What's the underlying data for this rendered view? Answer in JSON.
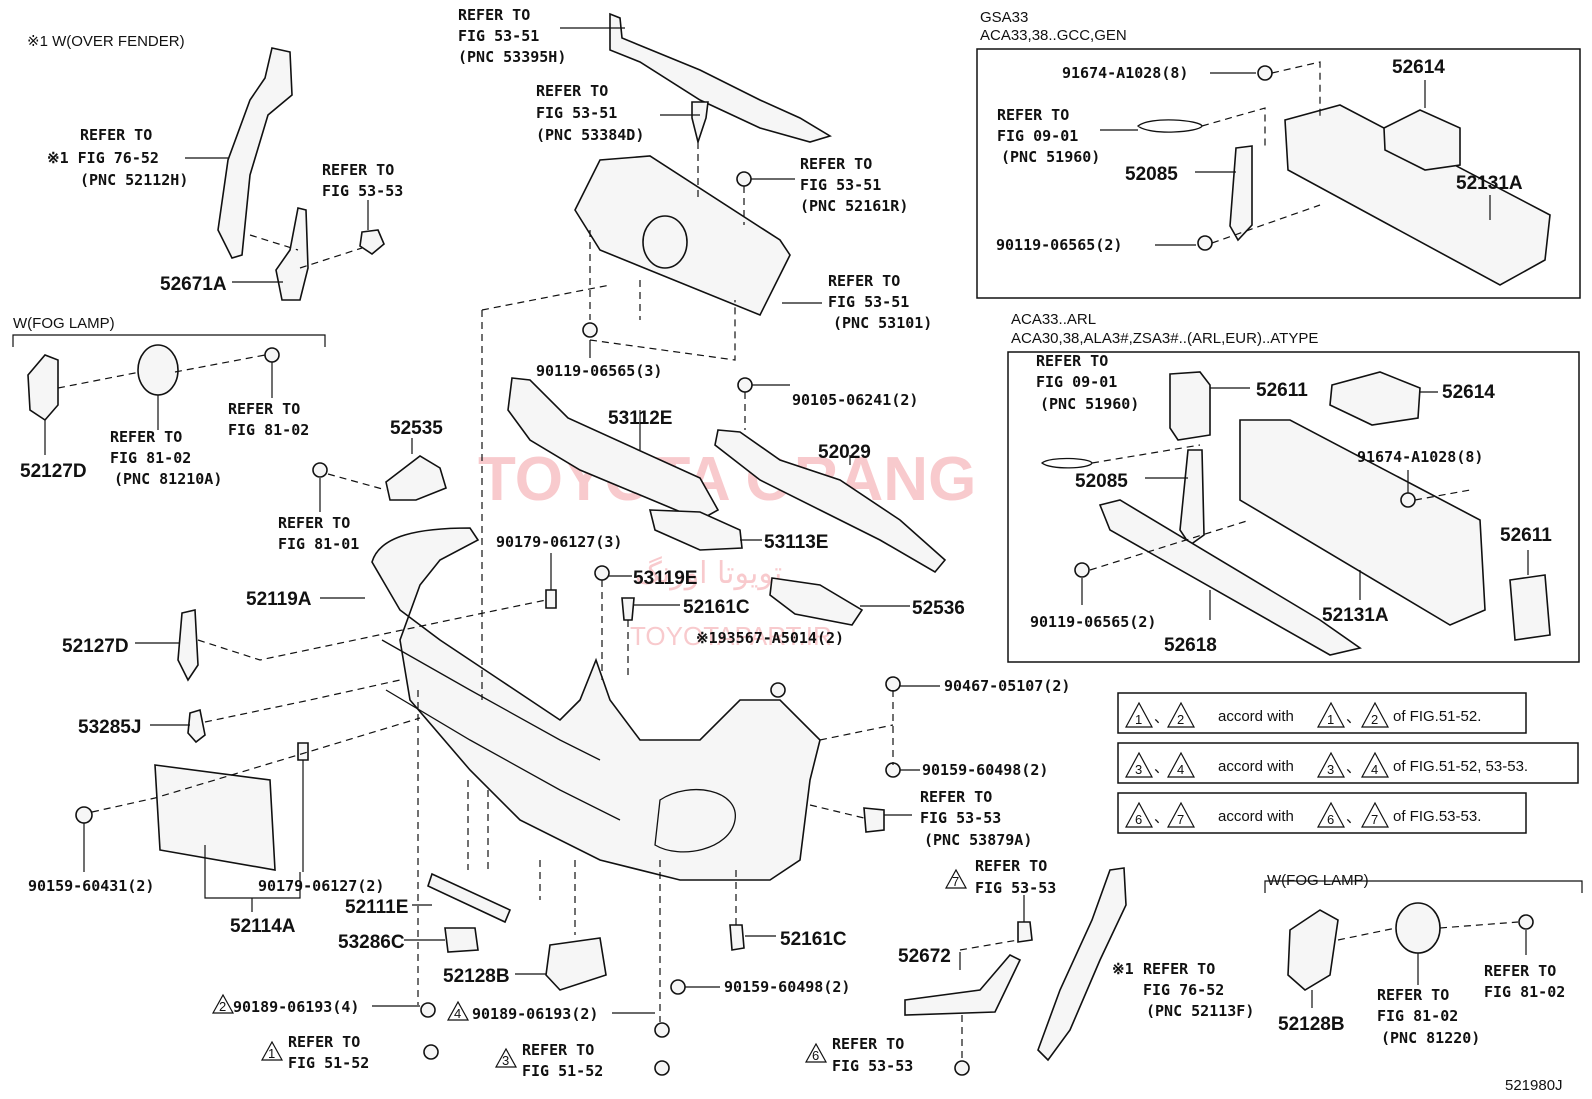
{
  "title_code": "521980J",
  "colors": {
    "line": "#111111",
    "watermark": "#e8434f"
  },
  "watermark": {
    "main": "TOYOTA ORANG",
    "farsi": "تویوتا اورنگ",
    "site": "TOYOTAPART.IR"
  },
  "sections": {
    "over_fender": "※1 W(OVER FENDER)",
    "fog_lamp_left": "W(FOG LAMP)",
    "fog_lamp_right": "W(FOG LAMP)",
    "gsa33_line1": "GSA33",
    "gsa33_line2": "ACA33,38..GCC,GEN",
    "aca33_line1": "ACA33..ARL",
    "aca33_line2": "ACA30,38,ALA3#,ZSA3#..(ARL,EUR)..ATYPE"
  },
  "refs": {
    "r53395h": [
      "REFER TO",
      "FIG 53-51",
      "(PNC 53395H)"
    ],
    "r53384d": [
      "REFER TO",
      "FIG 53-51",
      "(PNC 53384D)"
    ],
    "r52161r": [
      "REFER TO",
      "FIG 53-51",
      "(PNC 52161R)"
    ],
    "r53101": [
      "REFER TO",
      "FIG 53-51",
      "(PNC 53101)"
    ],
    "r52112h": [
      "REFER TO",
      "※1 FIG 76-52",
      "(PNC 52112H)"
    ],
    "r5353a": [
      "REFER TO",
      "FIG 53-53"
    ],
    "r8102a": [
      "REFER TO",
      "FIG 81-02"
    ],
    "r81210a": [
      "REFER TO",
      "FIG 81-02",
      "(PNC 81210A)"
    ],
    "r8101": [
      "REFER TO",
      "FIG 81-01"
    ],
    "r51960a": [
      "REFER TO",
      "FIG 09-01",
      "(PNC 51960)"
    ],
    "r51960b": [
      "REFER TO",
      "FIG 09-01",
      "(PNC 51960)"
    ],
    "r53879a": [
      "REFER TO",
      "FIG 53-53",
      "(PNC 53879A)"
    ],
    "r5353b": [
      "REFER TO",
      "FIG 53-53"
    ],
    "r52113f": [
      "REFER TO",
      "FIG 76-52",
      "(PNC 52113F)"
    ],
    "r81220": [
      "REFER TO",
      "FIG 81-02",
      "(PNC 81220)"
    ],
    "r8102b": [
      "REFER TO",
      "FIG 81-02"
    ],
    "r5152a": [
      "REFER TO",
      "FIG 51-52"
    ],
    "r5152b": [
      "REFER TO",
      "FIG 51-52"
    ],
    "r5353c": [
      "REFER TO",
      "FIG 53-53"
    ]
  },
  "parts": {
    "p52671a": "52671A",
    "p52127d_a": "52127D",
    "p52535": "52535",
    "p52119a": "52119A",
    "p52127d_b": "52127D",
    "p53285j": "53285J",
    "p90159_60431": "90159-60431(2)",
    "p90179_06127_a": "90179-06127(2)",
    "p52114a": "52114A",
    "p52111e": "52111E",
    "p53286c": "53286C",
    "p52128b_a": "52128B",
    "p90189_a": "90189-06193(4)",
    "p90189_b": "90189-06193(2)",
    "p90119_06565_3": "90119-06565(3)",
    "p90105_06241": "90105-06241(2)",
    "p53112e": "53112E",
    "p52029": "52029",
    "p90179_06127_b": "90179-06127(3)",
    "p53113e": "53113E",
    "p53119e": "53119E",
    "p52161c_a": "52161C",
    "p193567": "※193567-A5014(2)",
    "p52536": "52536",
    "p90467": "90467-05107(2)",
    "p90159_60498_a": "90159-60498(2)",
    "p52161c_b": "52161C",
    "p90159_60498_b": "90159-60498(2)",
    "p52672": "52672",
    "p52128b_b": "52128B",
    "p91674_a": "91674-A1028(8)",
    "p52614_a": "52614",
    "p52085_a": "52085",
    "p52131a_a": "52131A",
    "p90119_06565_2a": "90119-06565(2)",
    "p52611_a": "52611",
    "p52614_b": "52614",
    "p91674_b": "91674-A1028(8)",
    "p52085_b": "52085",
    "p52611_b": "52611",
    "p90119_06565_2b": "90119-06565(2)",
    "p52131a_b": "52131A",
    "p52618": "52618"
  },
  "accord": [
    {
      "n1": "1",
      "n2": "2",
      "text": "accord with",
      "m1": "1",
      "m2": "2",
      "tail": "of FIG.51-52."
    },
    {
      "n1": "3",
      "n2": "4",
      "text": "accord with",
      "m1": "3",
      "m2": "4",
      "tail": "of FIG.51-52, 53-53."
    },
    {
      "n1": "6",
      "n2": "7",
      "text": "accord with",
      "m1": "6",
      "m2": "7",
      "tail": "of FIG.53-53."
    }
  ],
  "sep": "、",
  "markers": {
    "t1": "1",
    "t2": "2",
    "t3": "3",
    "t4": "4",
    "t6": "6",
    "t7": "7",
    "star1": "※1"
  }
}
